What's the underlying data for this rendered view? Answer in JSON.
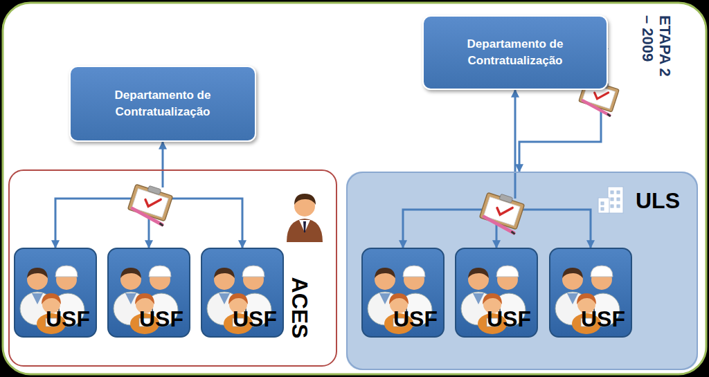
{
  "diagram": {
    "nodes": [
      {
        "text": [
          "Departamento de Contratualização"
        ]
      },
      {
        "text": [
          "ACES"
        ]
      },
      {
        "text": [
          "USF"
        ],
        "in": 1
      },
      {
        "text": [
          "USF"
        ],
        "in": 1
      },
      {
        "text": [
          "USF"
        ],
        "in": 1
      },
      {
        "text": [
          "Departamento de Contratualização"
        ]
      },
      {
        "text": [
          "ULS"
        ]
      },
      {
        "text": [
          "USF"
        ],
        "in": 6
      },
      {
        "text": [
          "USF"
        ],
        "in": 6
      },
      {
        "text": [
          "USF"
        ],
        "in": 6
      }
    ],
    "edges": [
      {
        "from": 1,
        "to": 0,
        "arrow": "to"
      },
      {
        "from": 1,
        "to": 2,
        "arrow": "to"
      },
      {
        "from": 1,
        "to": 3,
        "arrow": "to"
      },
      {
        "from": 1,
        "to": 4,
        "arrow": "to"
      },
      {
        "from": 6,
        "to": 5,
        "arrow": "to"
      },
      {
        "from": 5,
        "to": 6,
        "arrow": "both"
      },
      {
        "from": 6,
        "to": 7,
        "arrow": "to"
      },
      {
        "from": 6,
        "to": 8,
        "arrow": "to"
      },
      {
        "from": 6,
        "to": 9,
        "arrow": "to"
      }
    ],
    "labels": [
      "ETAPA 2 – 2009"
    ]
  }
}
